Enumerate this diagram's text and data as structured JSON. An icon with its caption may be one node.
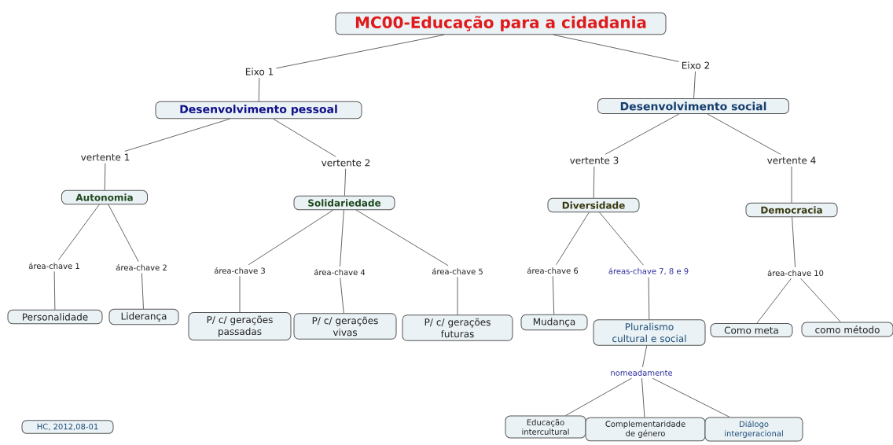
{
  "diagram": {
    "nodes": [
      {
        "text": [
          "MC00-Educação para a cidadania"
        ]
      },
      {
        "text": [
          "Eixo 1"
        ]
      },
      {
        "text": [
          "Eixo 2"
        ]
      },
      {
        "text": [
          "Desenvolvimento pessoal"
        ]
      },
      {
        "text": [
          "Desenvolvimento social"
        ]
      },
      {
        "text": [
          "vertente 1"
        ]
      },
      {
        "text": [
          "vertente 2"
        ]
      },
      {
        "text": [
          "vertente 3"
        ]
      },
      {
        "text": [
          "vertente 4"
        ]
      },
      {
        "text": [
          "Autonomia"
        ]
      },
      {
        "text": [
          "Solidariedade"
        ]
      },
      {
        "text": [
          "Diversidade"
        ]
      },
      {
        "text": [
          "Democracia"
        ]
      },
      {
        "text": [
          "área-chave 1"
        ]
      },
      {
        "text": [
          "área-chave 2"
        ]
      },
      {
        "text": [
          "área-chave 3"
        ]
      },
      {
        "text": [
          "área-chave 4"
        ]
      },
      {
        "text": [
          "área-chave 5"
        ]
      },
      {
        "text": [
          "área-chave 6"
        ]
      },
      {
        "text": [
          "áreas-chave 7, 8 e 9"
        ]
      },
      {
        "text": [
          "área-chave 10"
        ]
      },
      {
        "text": [
          "Personalidade"
        ]
      },
      {
        "text": [
          "Liderança"
        ]
      },
      {
        "text": [
          "P/ c/ gerações passadas"
        ]
      },
      {
        "text": [
          "P/ c/ gerações vivas"
        ]
      },
      {
        "text": [
          "P/ c/ gerações futuras"
        ]
      },
      {
        "text": [
          "Mudança"
        ]
      },
      {
        "text": [
          "Pluralismo cultural e social"
        ]
      },
      {
        "text": [
          "Como meta"
        ]
      },
      {
        "text": [
          "como método"
        ]
      },
      {
        "text": [
          "nomeadamente"
        ]
      },
      {
        "text": [
          "Educação intercultural"
        ]
      },
      {
        "text": [
          "Complementaridade de género"
        ]
      },
      {
        "text": [
          "Diálogo intergeracional"
        ]
      },
      {
        "text": [
          "HC, 2012,08-01"
        ]
      }
    ],
    "edges": [
      {
        "from": 0,
        "to": 1,
        "arrow": "none"
      },
      {
        "from": 0,
        "to": 2,
        "arrow": "none"
      },
      {
        "from": 1,
        "to": 3,
        "arrow": "none"
      },
      {
        "from": 2,
        "to": 4,
        "arrow": "none"
      },
      {
        "from": 3,
        "to": 5,
        "arrow": "none"
      },
      {
        "from": 3,
        "to": 6,
        "arrow": "none"
      },
      {
        "from": 4,
        "to": 7,
        "arrow": "none"
      },
      {
        "from": 4,
        "to": 8,
        "arrow": "none"
      },
      {
        "from": 5,
        "to": 9,
        "arrow": "none"
      },
      {
        "from": 6,
        "to": 10,
        "arrow": "none"
      },
      {
        "from": 7,
        "to": 11,
        "arrow": "none"
      },
      {
        "from": 8,
        "to": 12,
        "arrow": "none"
      },
      {
        "from": 9,
        "to": 13,
        "arrow": "none"
      },
      {
        "from": 9,
        "to": 14,
        "arrow": "none"
      },
      {
        "from": 10,
        "to": 15,
        "arrow": "none"
      },
      {
        "from": 10,
        "to": 16,
        "arrow": "none"
      },
      {
        "from": 10,
        "to": 17,
        "arrow": "none"
      },
      {
        "from": 11,
        "to": 18,
        "arrow": "none"
      },
      {
        "from": 11,
        "to": 19,
        "arrow": "none"
      },
      {
        "from": 12,
        "to": 20,
        "arrow": "none"
      },
      {
        "from": 13,
        "to": 21,
        "arrow": "none"
      },
      {
        "from": 14,
        "to": 22,
        "arrow": "none"
      },
      {
        "from": 15,
        "to": 23,
        "arrow": "none"
      },
      {
        "from": 16,
        "to": 24,
        "arrow": "none"
      },
      {
        "from": 17,
        "to": 25,
        "arrow": "none"
      },
      {
        "from": 18,
        "to": 26,
        "arrow": "none"
      },
      {
        "from": 19,
        "to": 27,
        "arrow": "none"
      },
      {
        "from": 20,
        "to": 28,
        "arrow": "none"
      },
      {
        "from": 20,
        "to": 29,
        "arrow": "none"
      },
      {
        "from": 27,
        "to": 30,
        "arrow": "none"
      },
      {
        "from": 30,
        "to": 31,
        "arrow": "none"
      },
      {
        "from": 30,
        "to": 32,
        "arrow": "none"
      },
      {
        "from": 30,
        "to": 33,
        "arrow": "none"
      }
    ]
  }
}
